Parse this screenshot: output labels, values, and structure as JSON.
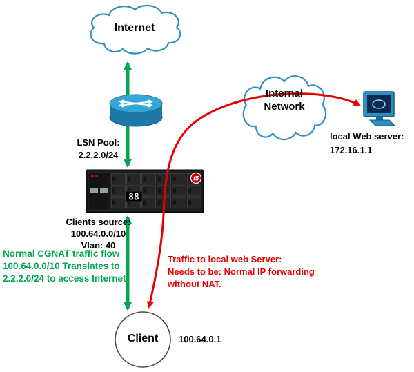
{
  "nodes": {
    "internet": {
      "label": "Internet"
    },
    "internal_network": {
      "lines": [
        "Internal",
        "Network"
      ]
    },
    "web_server": {
      "lines": [
        "local Web server:",
        "172.16.1.1"
      ]
    },
    "client": {
      "label": "Client",
      "ip": "100.64.0.1"
    },
    "appliance": {
      "brand": "f5",
      "display": "88"
    }
  },
  "annotations": {
    "lsn_pool": {
      "lines": [
        "LSN Pool:",
        "2.2.2.0/24"
      ]
    },
    "clients_source": {
      "lines": [
        "Clients source:",
        "100.64.0.0/10",
        "Vlan: 40"
      ]
    },
    "green_flow": {
      "color": "#00a651",
      "lines": [
        "Normal CGNAT traffic flow",
        "100.64.0.0/10 Translates to",
        "2.2.2.0/24 to access Internet"
      ]
    },
    "red_flow": {
      "color": "#e60000",
      "lines": [
        "Traffic to local web Server:",
        "Needs to be: Normal IP forwarding",
        "without NAT."
      ]
    }
  },
  "colors": {
    "cloud_blue": "#2e8fc0",
    "router_top": "#35a7d7",
    "router_body": "#1e78a8",
    "arrow_green": "#00a651",
    "arrow_red": "#e60000",
    "f5_red": "#cc0000"
  }
}
